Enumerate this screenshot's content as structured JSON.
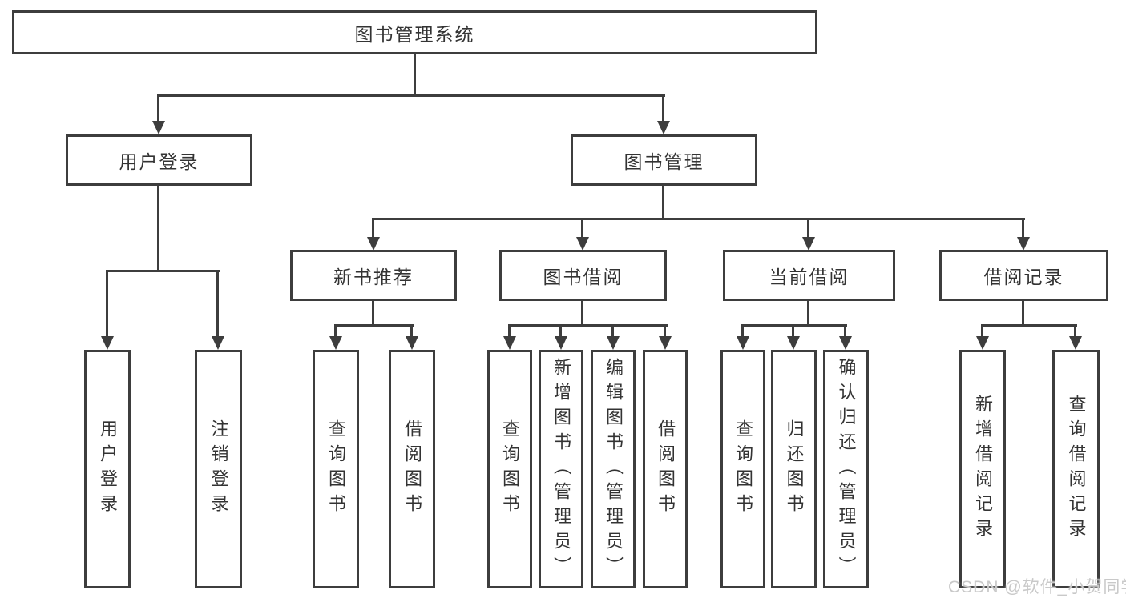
{
  "tree": {
    "root": {
      "label": "图书管理系统",
      "children": [
        {
          "label": "用户登录",
          "children": [
            {
              "label": "用户登录"
            },
            {
              "label": "注销登录"
            }
          ]
        },
        {
          "label": "图书管理",
          "children": [
            {
              "label": "新书推荐",
              "children": [
                {
                  "label": "查询图书"
                },
                {
                  "label": "借阅图书"
                }
              ]
            },
            {
              "label": "图书借阅",
              "children": [
                {
                  "label": "查询图书"
                },
                {
                  "label": "新增图书（管理员）"
                },
                {
                  "label": "编辑图书（管理员）"
                },
                {
                  "label": "借阅图书"
                }
              ]
            },
            {
              "label": "当前借阅",
              "children": [
                {
                  "label": "查询图书"
                },
                {
                  "label": "归还图书"
                },
                {
                  "label": "确认归还（管理员）"
                }
              ]
            },
            {
              "label": "借阅记录",
              "children": [
                {
                  "label": "新增借阅记录"
                },
                {
                  "label": "查询借阅记录"
                }
              ]
            }
          ]
        }
      ]
    }
  },
  "watermark": "CSDN @软件_小贺同学",
  "colors": {
    "line": "#3d3d3d",
    "text": "#333333",
    "watermark": "#c9c9c9",
    "background": "#ffffff"
  }
}
